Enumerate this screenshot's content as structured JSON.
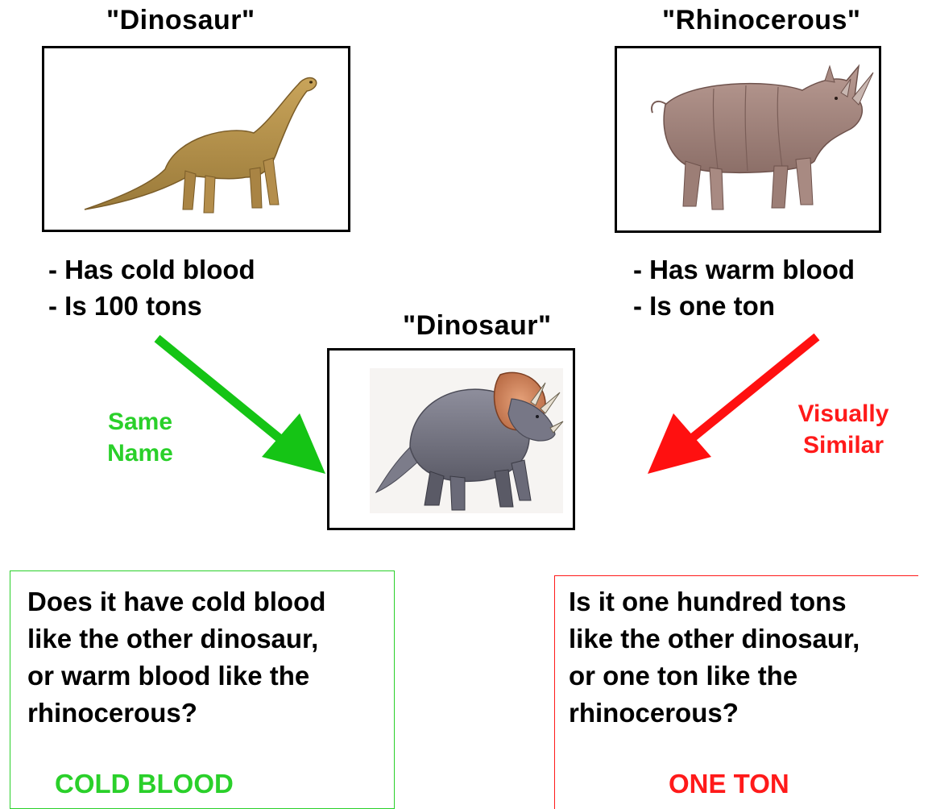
{
  "left_panel": {
    "title": "\"Dinosaur\"",
    "image": "sauropod-dinosaur-illustration",
    "facts": [
      "- Has cold blood",
      "- Is 100 tons"
    ]
  },
  "right_panel": {
    "title": "\"Rhinocerous\"",
    "image": "rhinoceros-illustration",
    "facts": [
      "- Has warm blood",
      "- Is one ton"
    ]
  },
  "center_panel": {
    "title": "\"Dinosaur\"",
    "image": "triceratops-dinosaur-illustration"
  },
  "arrows": {
    "left": {
      "label_line1": "Same",
      "label_line2": "Name",
      "color": "#1fcf1f"
    },
    "right": {
      "label_line1": "Visually",
      "label_line2": "Similar",
      "color": "#ff1a1a"
    }
  },
  "questions": {
    "left": {
      "lines": [
        "Does it have cold blood",
        "like the other dinosaur,",
        "or warm blood like the",
        "rhinocerous?"
      ],
      "answer": "COLD BLOOD",
      "color": "#2ad02a"
    },
    "right": {
      "lines": [
        "Is it one hundred tons",
        "like the other dinosaur,",
        "or one ton like the",
        "rhinocerous?"
      ],
      "answer": "ONE TON",
      "color": "#ff1a1a"
    }
  }
}
